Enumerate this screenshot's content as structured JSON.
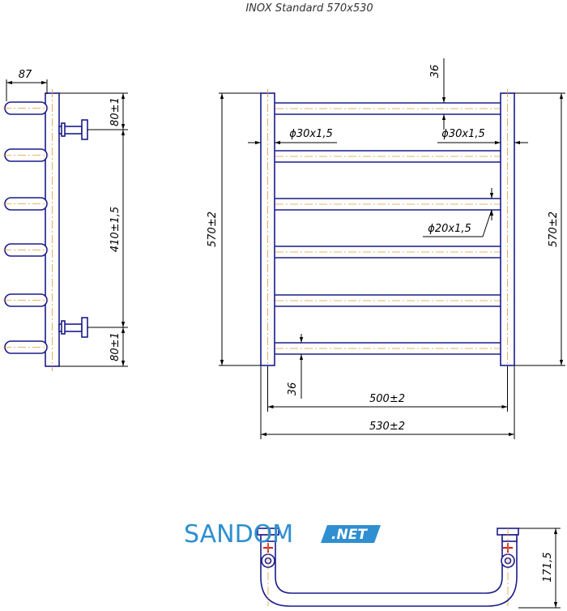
{
  "title": "INOX Standard 570x530",
  "brand": {
    "name": "SANDOM",
    "tld": ".NET",
    "color": "#2f8fd1"
  },
  "colors": {
    "outline": "#1b1b8a",
    "axis": "#e09a3a",
    "dimension": "#000000"
  },
  "side_view": {
    "depth": "87",
    "top_offset": "80±1",
    "connection_spacing": "410±1,5",
    "bottom_offset": "80±1"
  },
  "front_view": {
    "top_gap": "36",
    "bottom_gap": "36",
    "vertical_tube_diameter_left": "ϕ30x1,5",
    "vertical_tube_diameter_right": "ϕ30x1,5",
    "crossbar_diameter": "ϕ20x1,5",
    "height_left": "570±2",
    "height_right": "570±2",
    "inner_width": "500±2",
    "outer_width": "530±2"
  },
  "top_view": {
    "projection": "171,5"
  }
}
